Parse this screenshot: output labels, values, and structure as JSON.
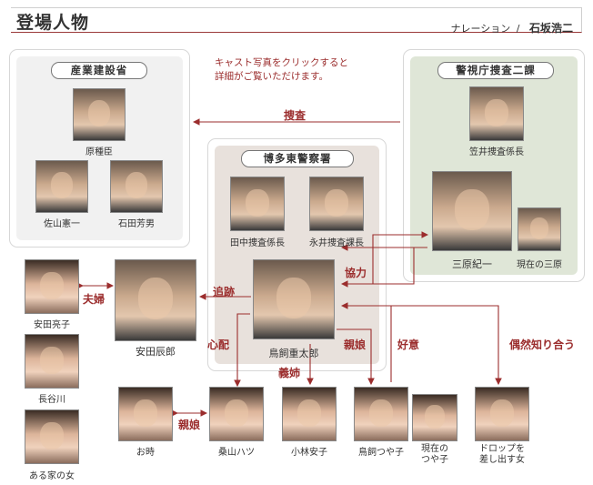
{
  "header": {
    "title": "登場人物",
    "narration_label": "ナレーション",
    "narration_sep": "/",
    "narrator": "石坂浩二"
  },
  "hint": {
    "line1": "キャスト写真をクリックすると",
    "line2": "詳細がご覧いただけます。"
  },
  "groups": {
    "ministry": "産業建設省",
    "police_hq": "警視庁捜査二課",
    "hakata": "博多東警察署"
  },
  "people": {
    "hara": "原種臣",
    "sayama": "佐山憲一",
    "ishida": "石田芳男",
    "kasai": "笠井捜査係長",
    "mihara": "三原紀一",
    "mihara_now": "現在の三原",
    "tanaka": "田中捜査係長",
    "nagai": "永井捜査課長",
    "torikai": "鳥飼重太郎",
    "yasuda_ryoko": "安田亮子",
    "yasuda_tatsuro": "安田辰郎",
    "hasegawa": "長谷川",
    "aru_ie": "ある家の女",
    "otoki": "お時",
    "kuwayama": "桑山ハツ",
    "kobayashi": "小林安子",
    "tsuyako": "鳥飼つや子",
    "tsuyako_now_1": "現在の",
    "tsuyako_now_2": "つや子",
    "drop_1": "ドロップを",
    "drop_2": "差し出す女"
  },
  "relations": {
    "sousa": "捜査",
    "kyouryoku": "協力",
    "tsuiseki": "追跡",
    "fuufu": "夫婦",
    "shinpai": "心配",
    "oyako": "親娘",
    "koui": "好意",
    "guuzen": "偶然知り合う",
    "gishi": "義姉",
    "oyako2": "親娘"
  },
  "colors": {
    "accent": "#9b2d2d",
    "ministry_bg": "#f1f1f1",
    "police_bg": "#dfe6d7",
    "hakata_bg": "#e8e1dc"
  }
}
